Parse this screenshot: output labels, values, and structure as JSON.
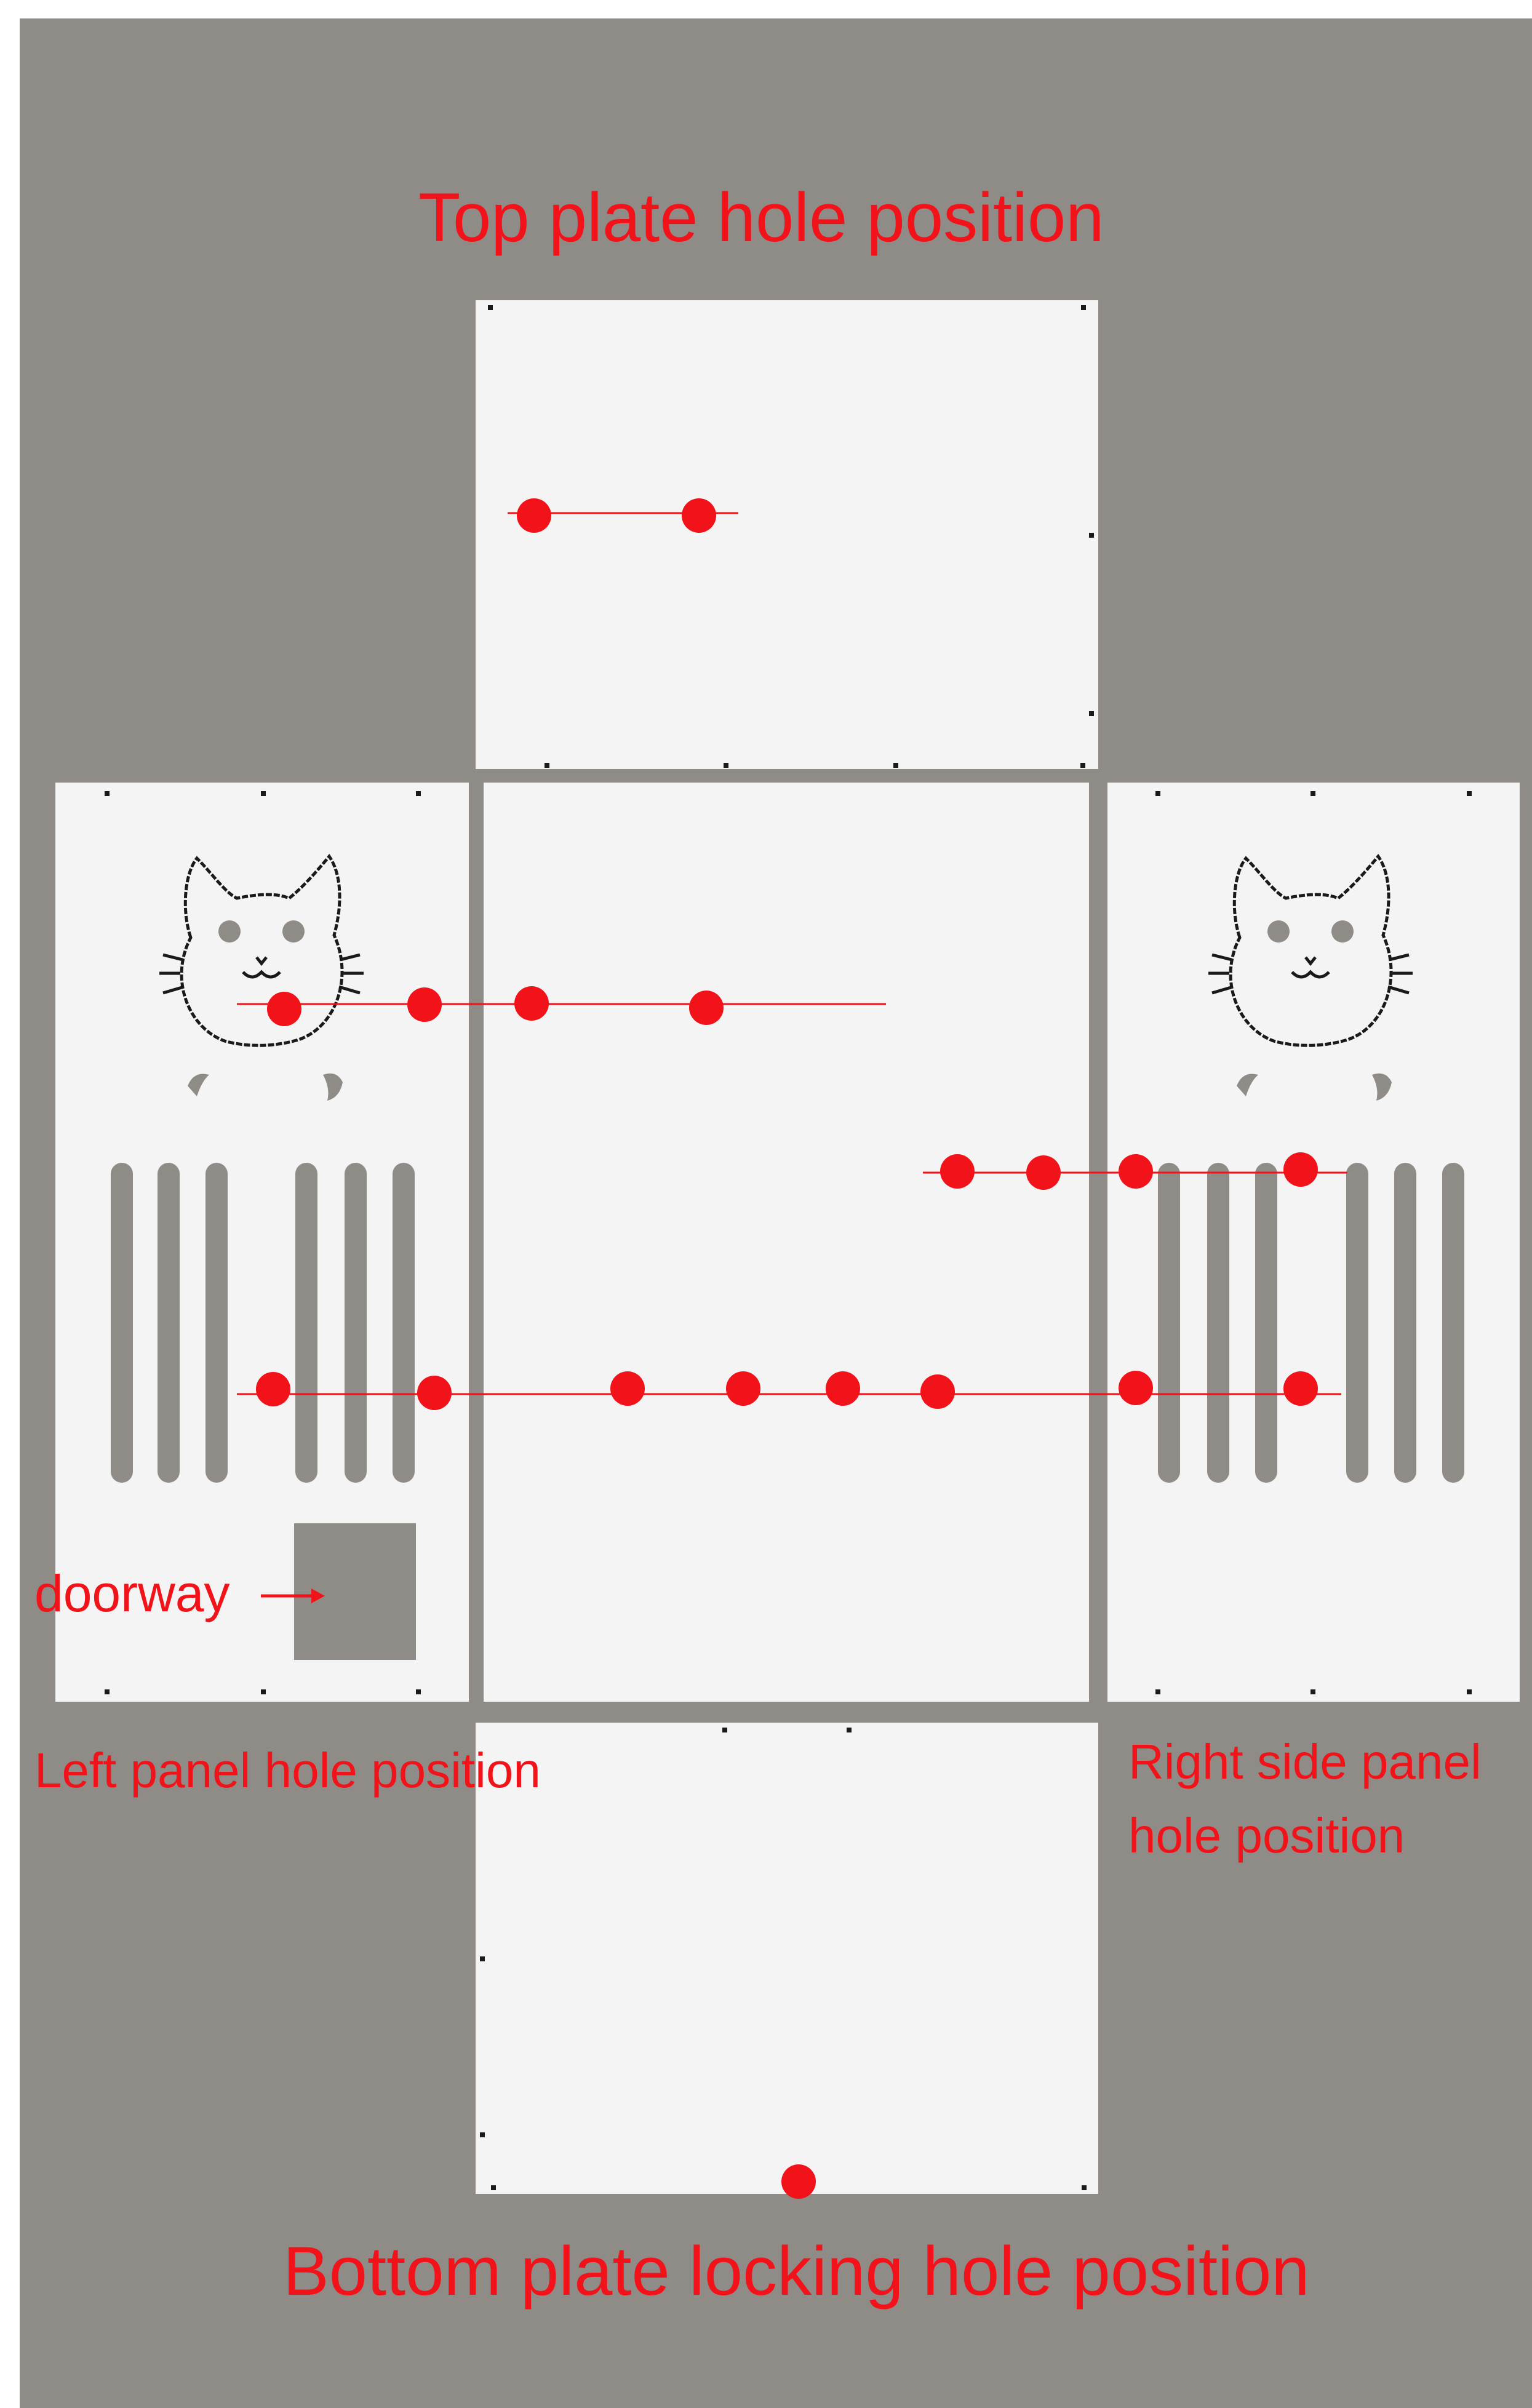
{
  "labels": {
    "top_partial": "",
    "top_plate": "Top plate hole position",
    "doorway": "doorway",
    "left_panel": "Left panel hole position",
    "right_panel_line1": "Right side panel",
    "right_panel_line2": "hole position",
    "bottom_plate": "Bottom plate locking hole position"
  },
  "colors": {
    "background": "#8f8b87",
    "panel": "#f4f4f4",
    "marker": "#f21219",
    "outline": "#1a1a1a"
  },
  "icons": {
    "cat_face": "cat-face-icon",
    "arrow": "right-arrow-icon"
  }
}
